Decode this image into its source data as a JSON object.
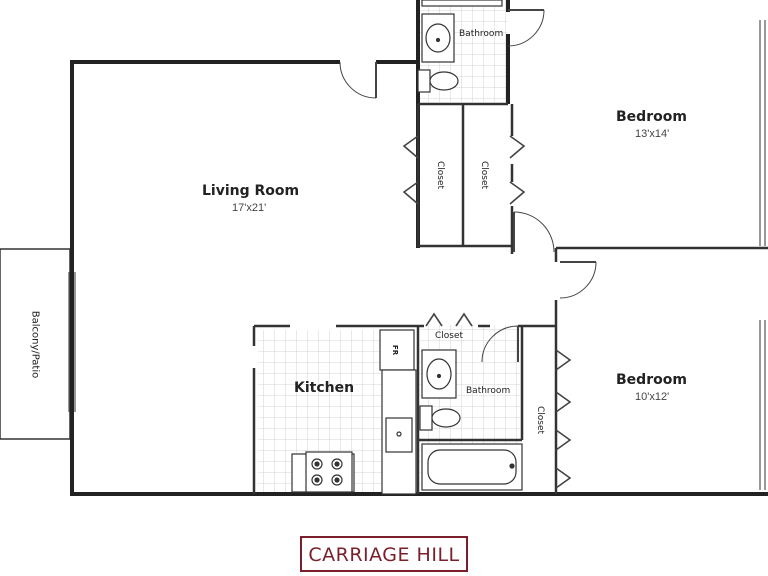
{
  "rooms": {
    "living_room": {
      "name": "Living Room",
      "dims": "17'x21'"
    },
    "bedroom_1": {
      "name": "Bedroom",
      "dims": "13'x14'"
    },
    "bedroom_2": {
      "name": "Bedroom",
      "dims": "10'x12'"
    },
    "kitchen": {
      "name": "Kitchen"
    },
    "bathroom_1": {
      "name": "Bathroom"
    },
    "bathroom_2": {
      "name": "Bathroom"
    },
    "closet_1": {
      "name": "Closet"
    },
    "closet_2": {
      "name": "Closet"
    },
    "closet_3": {
      "name": "Closet"
    },
    "closet_4": {
      "name": "Closet"
    },
    "balcony": {
      "name": "Balcony/Patio"
    }
  },
  "fridge_label": "FR",
  "logo": {
    "text": "CARRIAGE HILL",
    "border_color": "#7a1f2b"
  }
}
